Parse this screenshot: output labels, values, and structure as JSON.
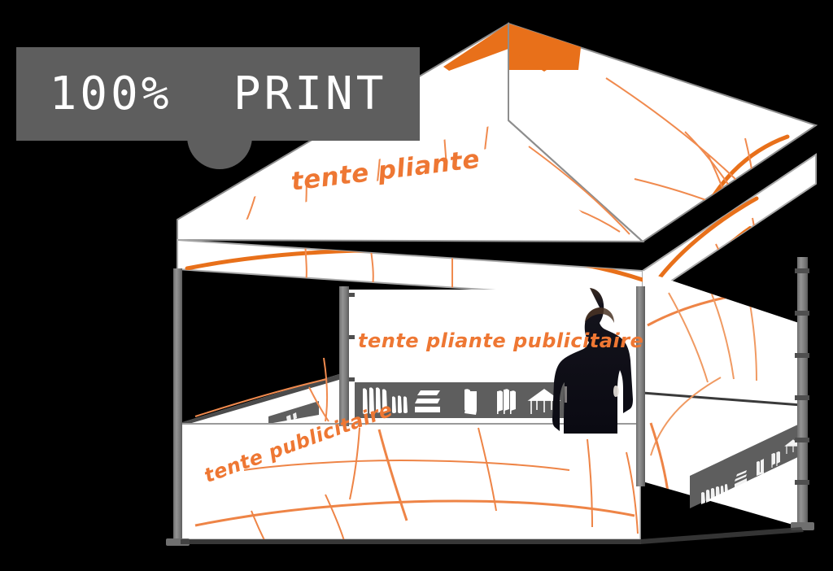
{
  "scene": {
    "background_color": "#000000",
    "title": "tente pliante publicitaire illustration"
  },
  "promo_banner": {
    "label": "100%  PRINT",
    "background_color": "#5e5e5e",
    "text_color": "#ffffff"
  },
  "captions": {
    "roof": "tente pliante",
    "back_wall": "tente pliante publicitaire",
    "front_valance": "tente publicitaire",
    "color": "#ee7733"
  },
  "colors": {
    "accent_orange": "#e8701a",
    "fabric_white": "#ffffff",
    "frame_gray": "#7d7d7d",
    "strip_gray": "#5e5e5e",
    "outline_gray": "#9a9a9a",
    "silhouette": "#12121c"
  },
  "icon_strip": {
    "background_color": "#5e5e5e",
    "icon_color": "#ffffff",
    "items": [
      {
        "name": "beach-flag-large-icon",
        "label": "beach flags"
      },
      {
        "name": "beach-flag-small-icon",
        "label": "small beach flags"
      },
      {
        "name": "horizontal-banner-icon",
        "label": "horizontal banners"
      },
      {
        "name": "rollup-banner-icon",
        "label": "roll-up banner"
      },
      {
        "name": "flag-set-icon",
        "label": "flag set"
      },
      {
        "name": "folding-tent-icon",
        "label": "folding tent"
      }
    ]
  },
  "side_icon_strip": {
    "background_color": "#5e5e5e",
    "icon_color": "#ffffff",
    "items": [
      {
        "name": "beach-flag-large-icon",
        "label": "beach flags"
      },
      {
        "name": "horizontal-banner-icon",
        "label": "horizontal banners"
      },
      {
        "name": "rollup-banner-icon",
        "label": "roll-up banner"
      },
      {
        "name": "flag-set-icon",
        "label": "flag set"
      },
      {
        "name": "folding-tent-icon",
        "label": "folding tent"
      }
    ]
  },
  "structure": {
    "roof_label": "pyramid roof",
    "roof_accent_panel": "orange roof corner panel",
    "back_wall_label": "printed back wall",
    "right_wall_label": "printed side wall",
    "front_valance_label": "printed front valance",
    "counter_label": "counter",
    "left_post_label": "left corner post",
    "center_post_label": "center corner post",
    "right_post_label": "right corner post"
  },
  "figure": {
    "label": "man in suit silhouette"
  }
}
